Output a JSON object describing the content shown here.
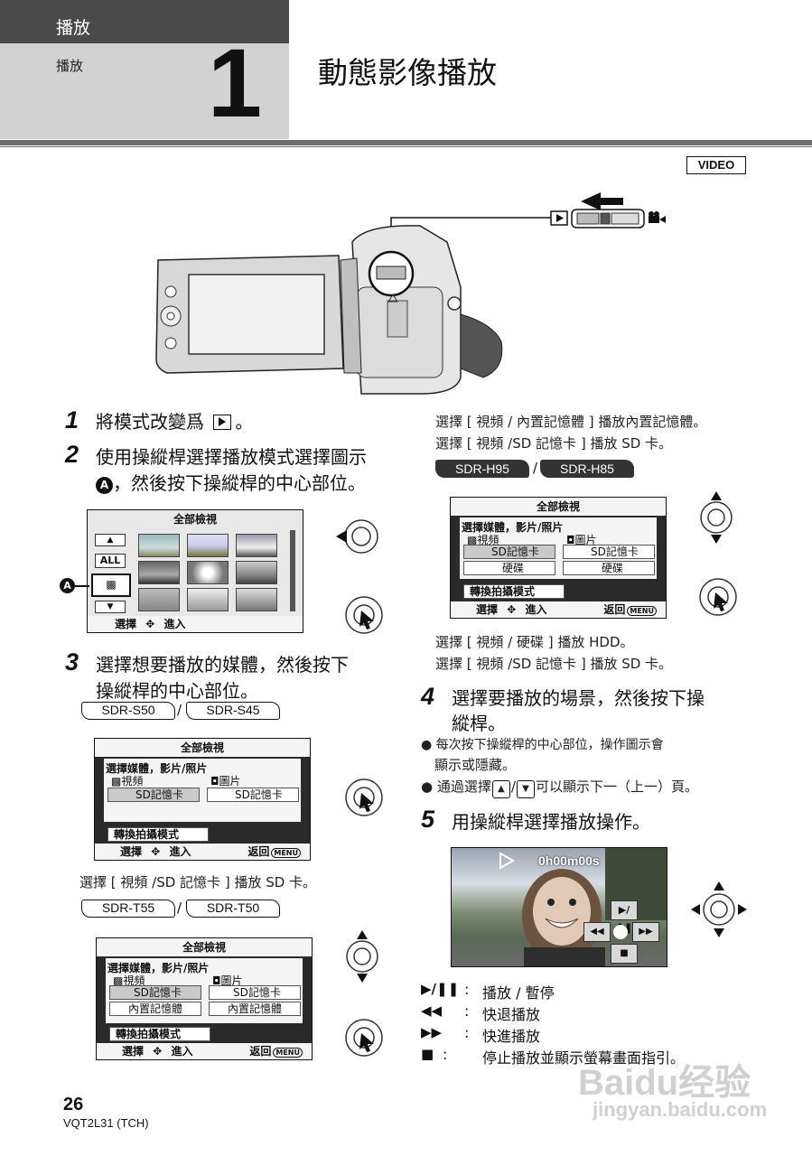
{
  "header": {
    "section": "播放",
    "subsection": "播放",
    "chapter_number": "1",
    "title": "動態影像播放"
  },
  "video_tag": "VIDEO",
  "steps": {
    "s1": {
      "num": "1",
      "text": "將模式改變爲",
      "text_end": "。"
    },
    "s2": {
      "num": "2",
      "line1": "使用操縱桿選擇播放模式選擇圖示",
      "line2": "，然後按下操縱桿的中心部位。",
      "marker": "A"
    },
    "s3": {
      "num": "3",
      "line1": "選擇想要播放的媒體，然後按下",
      "line2": "操縱桿的中心部位。"
    },
    "s4": {
      "num": "4",
      "line1": "選擇要播放的場景，然後按下操",
      "line2": "縱桿。"
    },
    "s5": {
      "num": "5",
      "text": "用操縱桿選擇播放操作。"
    }
  },
  "models": {
    "a1": "SDR-S50",
    "a2": "SDR-S45",
    "b1": "SDR-T55",
    "b2": "SDR-T50",
    "c1": "SDR-H95",
    "c2": "SDR-H85",
    "slash": "/"
  },
  "notes": {
    "sd_only": "選擇 [ 視頻 /SD 記憶卡 ] 播放 SD 卡。",
    "internal_1": "選擇 [ 視頻 / 內置記憶體 ] 播放內置記憶體。",
    "internal_2": "選擇 [ 視頻 /SD 記憶卡 ] 播放 SD 卡。",
    "hdd_1": "選擇 [ 視頻 / 硬碟 ] 播放 HDD。",
    "hdd_2": "選擇 [ 視頻 /SD 記憶卡 ] 播放 SD 卡。",
    "bullet1_l1": "每次按下操縱桿的中心部位，操作圖示會",
    "bullet1_l2": "顯示或隱藏。",
    "bullet2_pre": "通過選擇",
    "bullet2_post": "可以顯示下一（上一）頁。"
  },
  "screens": {
    "all_view": "全部檢視",
    "all_btn": "ALL",
    "select_media": "選擇媒體，影片/照片",
    "video": "視頻",
    "photo": "圖片",
    "sd_card": "SD記憶卡",
    "internal": "內置記憶體",
    "hdd": "硬碟",
    "switch_mode": "轉換拍攝模式",
    "select": "選擇",
    "enter": "進入",
    "back": "返回",
    "menu": "MENU",
    "timecode": "0h00m00s"
  },
  "legend": [
    {
      "symbol": "▶/❚❚",
      "colon": ":",
      "text": "播放 / 暫停"
    },
    {
      "symbol": "◀◀",
      "colon": ":",
      "text": "快退播放"
    },
    {
      "symbol": "▶▶",
      "colon": ":",
      "text": "快進播放"
    },
    {
      "symbol": "■",
      "colon": ":",
      "text": "停止播放並顯示螢幕畫面指引。"
    }
  ],
  "footer": {
    "page": "26",
    "code": "VQT2L31 (TCH)"
  },
  "watermark": {
    "brand": "Baidu经验",
    "url": "jingyan.baidu.com"
  }
}
